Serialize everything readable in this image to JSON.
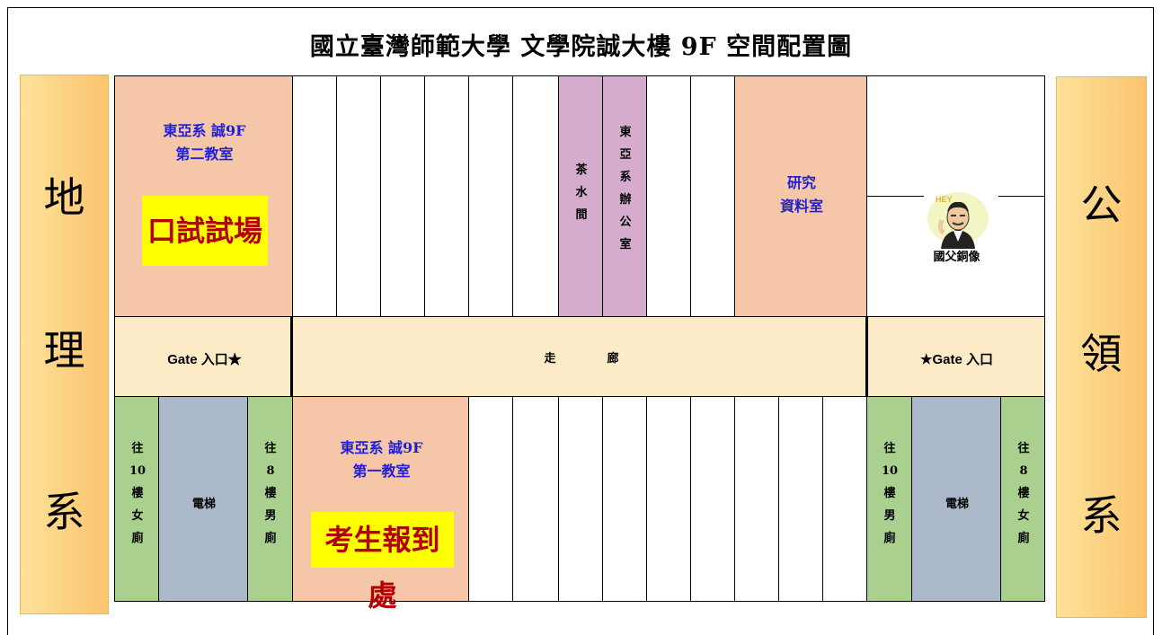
{
  "title": "國立臺灣師範大學 文學院誠大樓 9F 空間配置圖",
  "left_dept": {
    "chars": [
      "地",
      "理",
      "系"
    ]
  },
  "right_dept": {
    "chars": [
      "公",
      "領",
      "系"
    ]
  },
  "room_top_left": {
    "line1": "東亞系 誠9F",
    "line2": "第二教室",
    "highlight": "口試試場"
  },
  "room_bottom_left": {
    "line1": "東亞系 誠9F",
    "line2": "第一教室",
    "highlight": "考生報到處"
  },
  "tea_room": "茶水間",
  "office": "東亞系辦公室",
  "research_room": {
    "line1": "研究",
    "line2": "資料室"
  },
  "statue": {
    "label": "國父銅像",
    "bubble": "HEY"
  },
  "corridor": {
    "char1": "走",
    "char2": "廊"
  },
  "gate_left": "Gate 入口★",
  "gate_right": "★Gate 入口",
  "restroom_left_1": "往10樓女廁",
  "restroom_left_2": "往8樓男廁",
  "restroom_right_1": "往10樓男廁",
  "restroom_right_2": "往8樓女廁",
  "elevator_left": "電梯",
  "elevator_right": "電梯",
  "colors": {
    "peach": "#f5c7a8",
    "purple": "#d5acce",
    "green": "#a9d08e",
    "blue": "#acb9ca",
    "cream": "#fdebc7",
    "side": "#fbc46e",
    "highlight_bg": "#ffff00",
    "highlight_text": "#b30000",
    "room_text": "#1f1fd8"
  }
}
